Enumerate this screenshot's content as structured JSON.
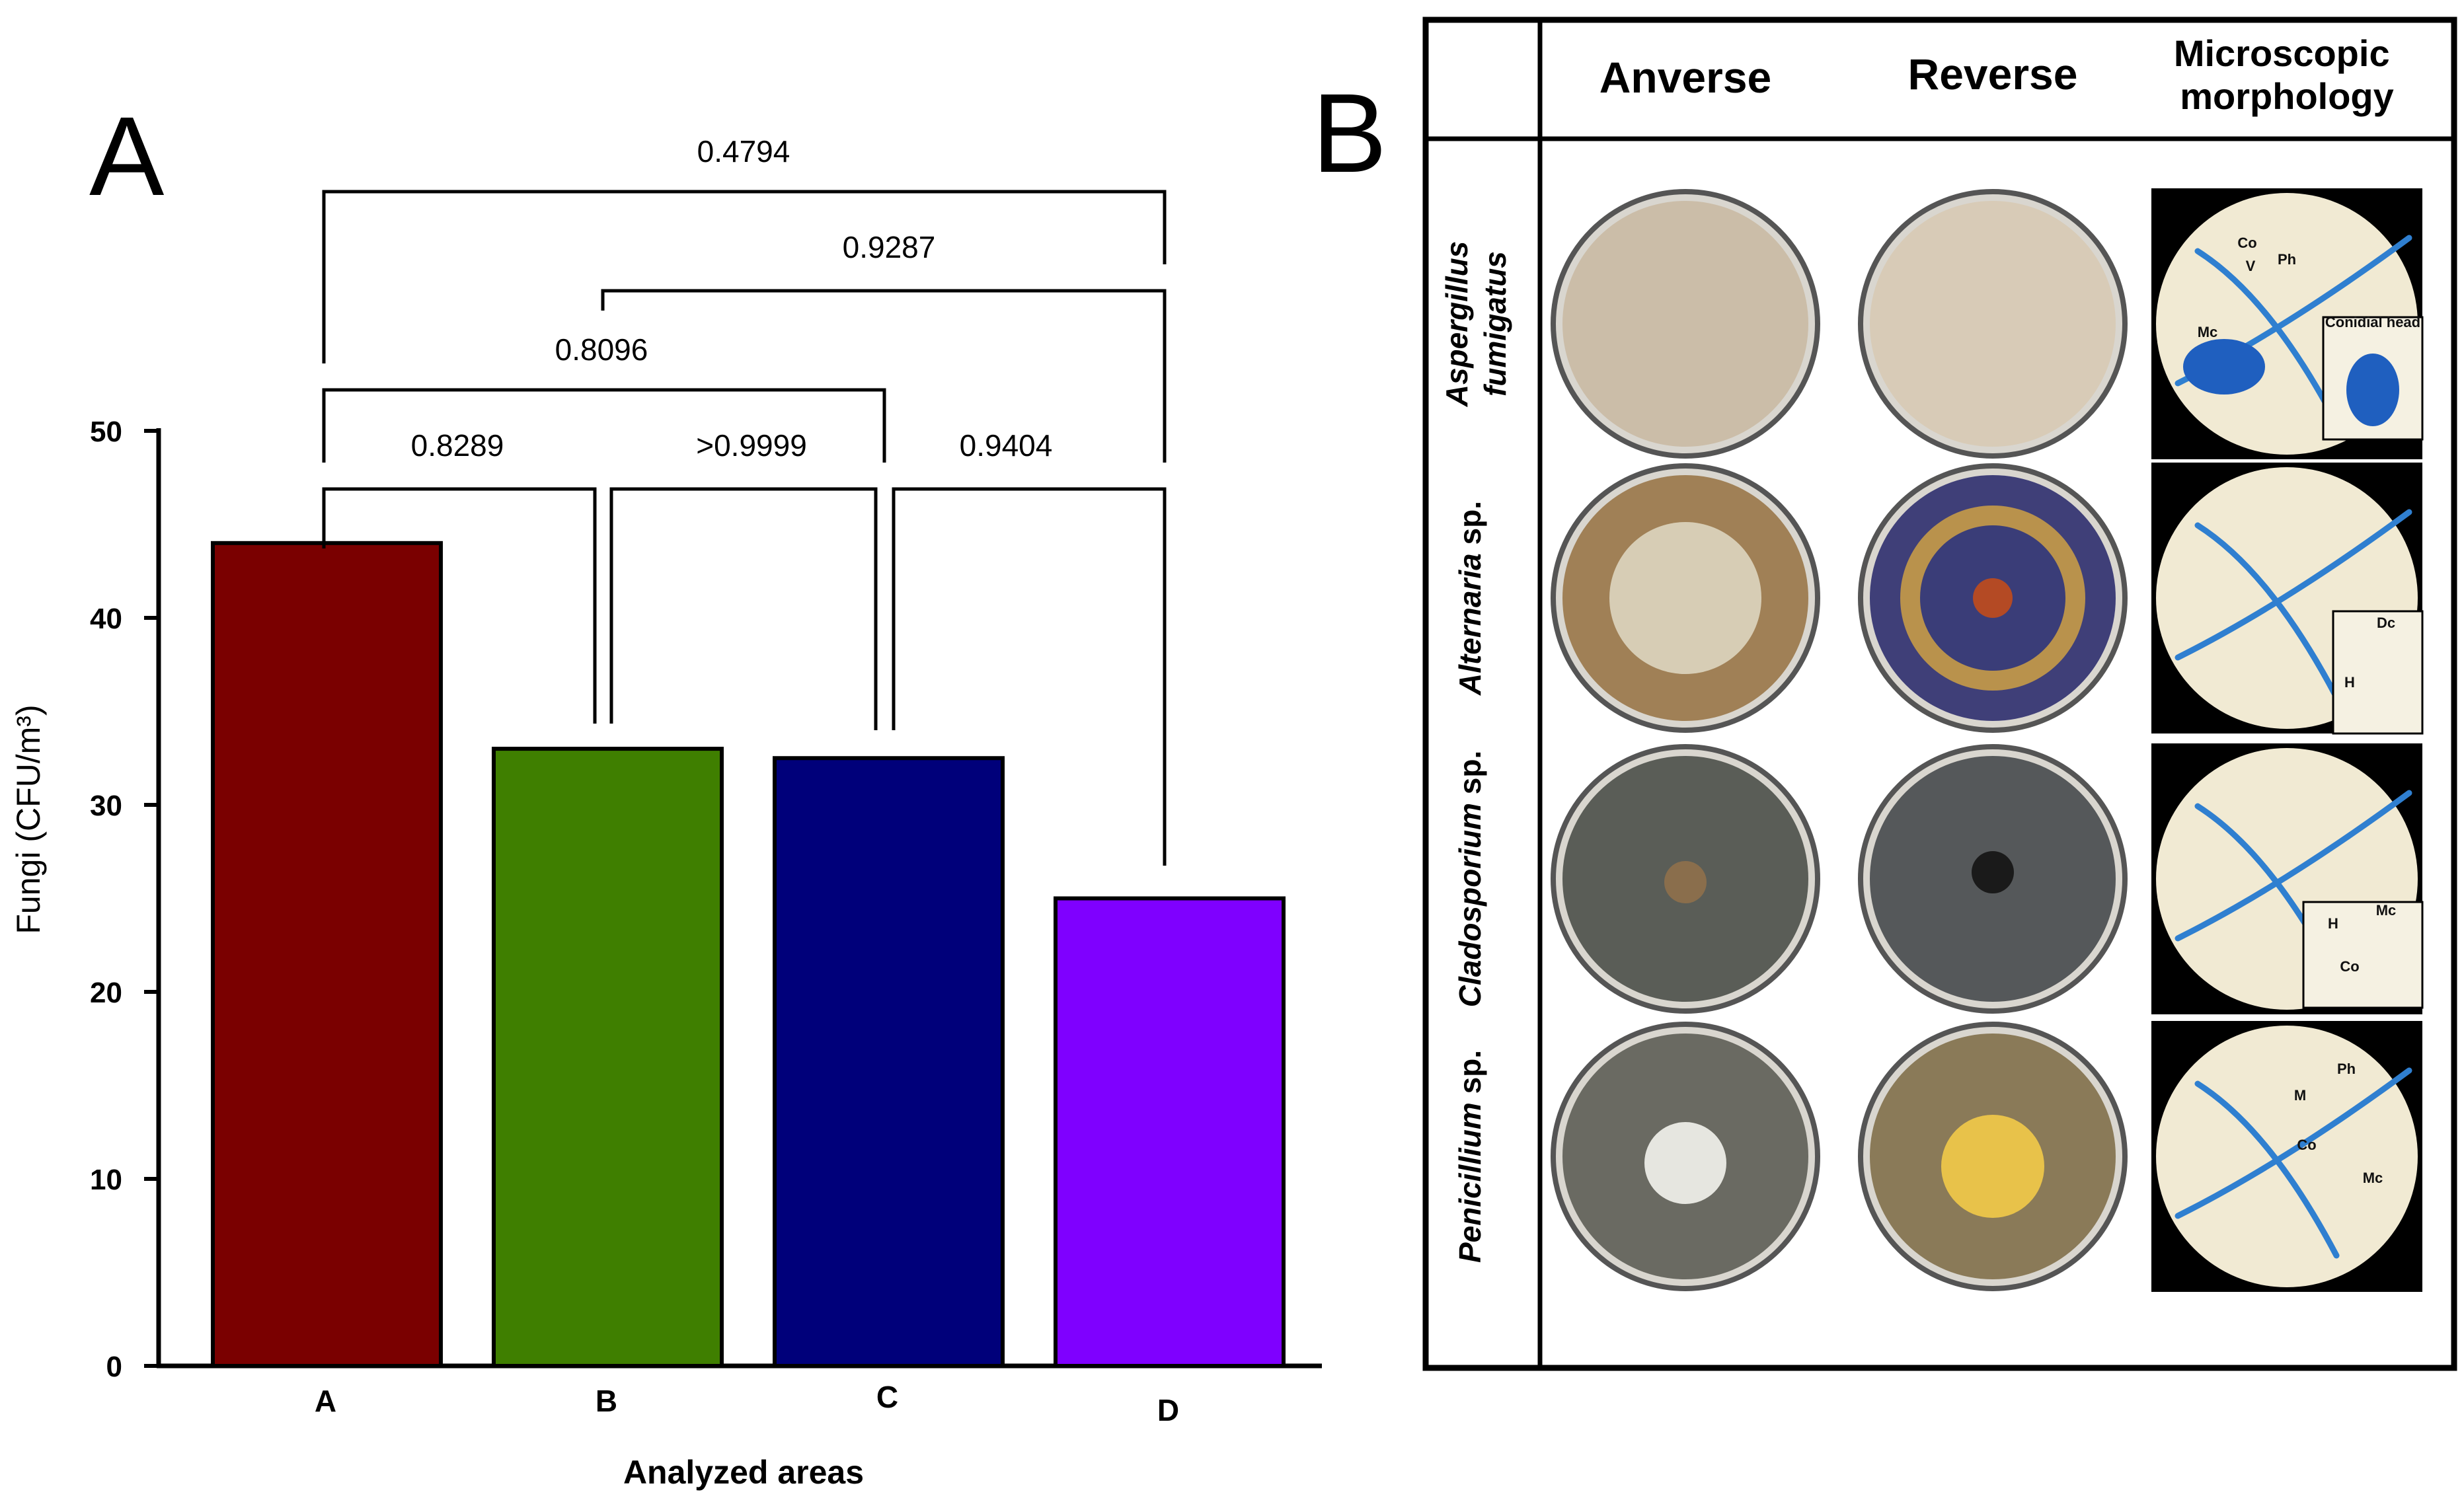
{
  "panel_a_label": "A",
  "panel_b_label": "B",
  "chart_data": {
    "type": "bar",
    "categories": [
      "A",
      "B",
      "C",
      "D"
    ],
    "values": [
      44,
      33,
      32.5,
      25
    ],
    "colors": [
      "#7a0000",
      "#3f7f00",
      "#00007a",
      "#7f00ff"
    ],
    "ylabel": "Fungi (CFU/m³)",
    "xlabel": "Analyzed areas",
    "ylim": [
      0,
      50
    ],
    "yticks": [
      0,
      10,
      20,
      30,
      40,
      50
    ],
    "grid": false,
    "comparisons": [
      {
        "from": "A",
        "to": "B",
        "p": "0.8289"
      },
      {
        "from": "B",
        "to": "C",
        "p": ">0.9999"
      },
      {
        "from": "C",
        "to": "D",
        "p": "0.9404"
      },
      {
        "from": "A",
        "to": "C",
        "p": "0.8096"
      },
      {
        "from": "B",
        "to": "D",
        "p": "0.9287"
      },
      {
        "from": "A",
        "to": "D",
        "p": "0.4794"
      }
    ]
  },
  "panel_b": {
    "columns": [
      "Anverse",
      "Reverse",
      "Microscopic morphology"
    ],
    "rows": [
      {
        "genus": "Aspergillus",
        "species": "fumigatus",
        "anverse_color": "#cbbda8",
        "reverse_color": "#d8cbb7"
      },
      {
        "genus": "Alternaria",
        "species": "sp.",
        "anverse_color": "#a08056",
        "reverse_color": "#3f3f78"
      },
      {
        "genus": "Cladosporium",
        "species": "sp.",
        "anverse_color": "#5a5d57",
        "reverse_color": "#55585a"
      },
      {
        "genus": "Penicillium",
        "species": "sp.",
        "anverse_color": "#6a6a62",
        "reverse_color": "#8a7a58"
      }
    ],
    "micro_annotations": [
      {
        "labels": [
          "Co",
          "V",
          "Ph",
          "Mc",
          "Conidial head"
        ]
      },
      {
        "labels": [
          "Dc",
          "H"
        ]
      },
      {
        "labels": [
          "H",
          "Mc",
          "Co"
        ]
      },
      {
        "labels": [
          "M",
          "Ph",
          "Co",
          "Mc"
        ]
      }
    ]
  }
}
